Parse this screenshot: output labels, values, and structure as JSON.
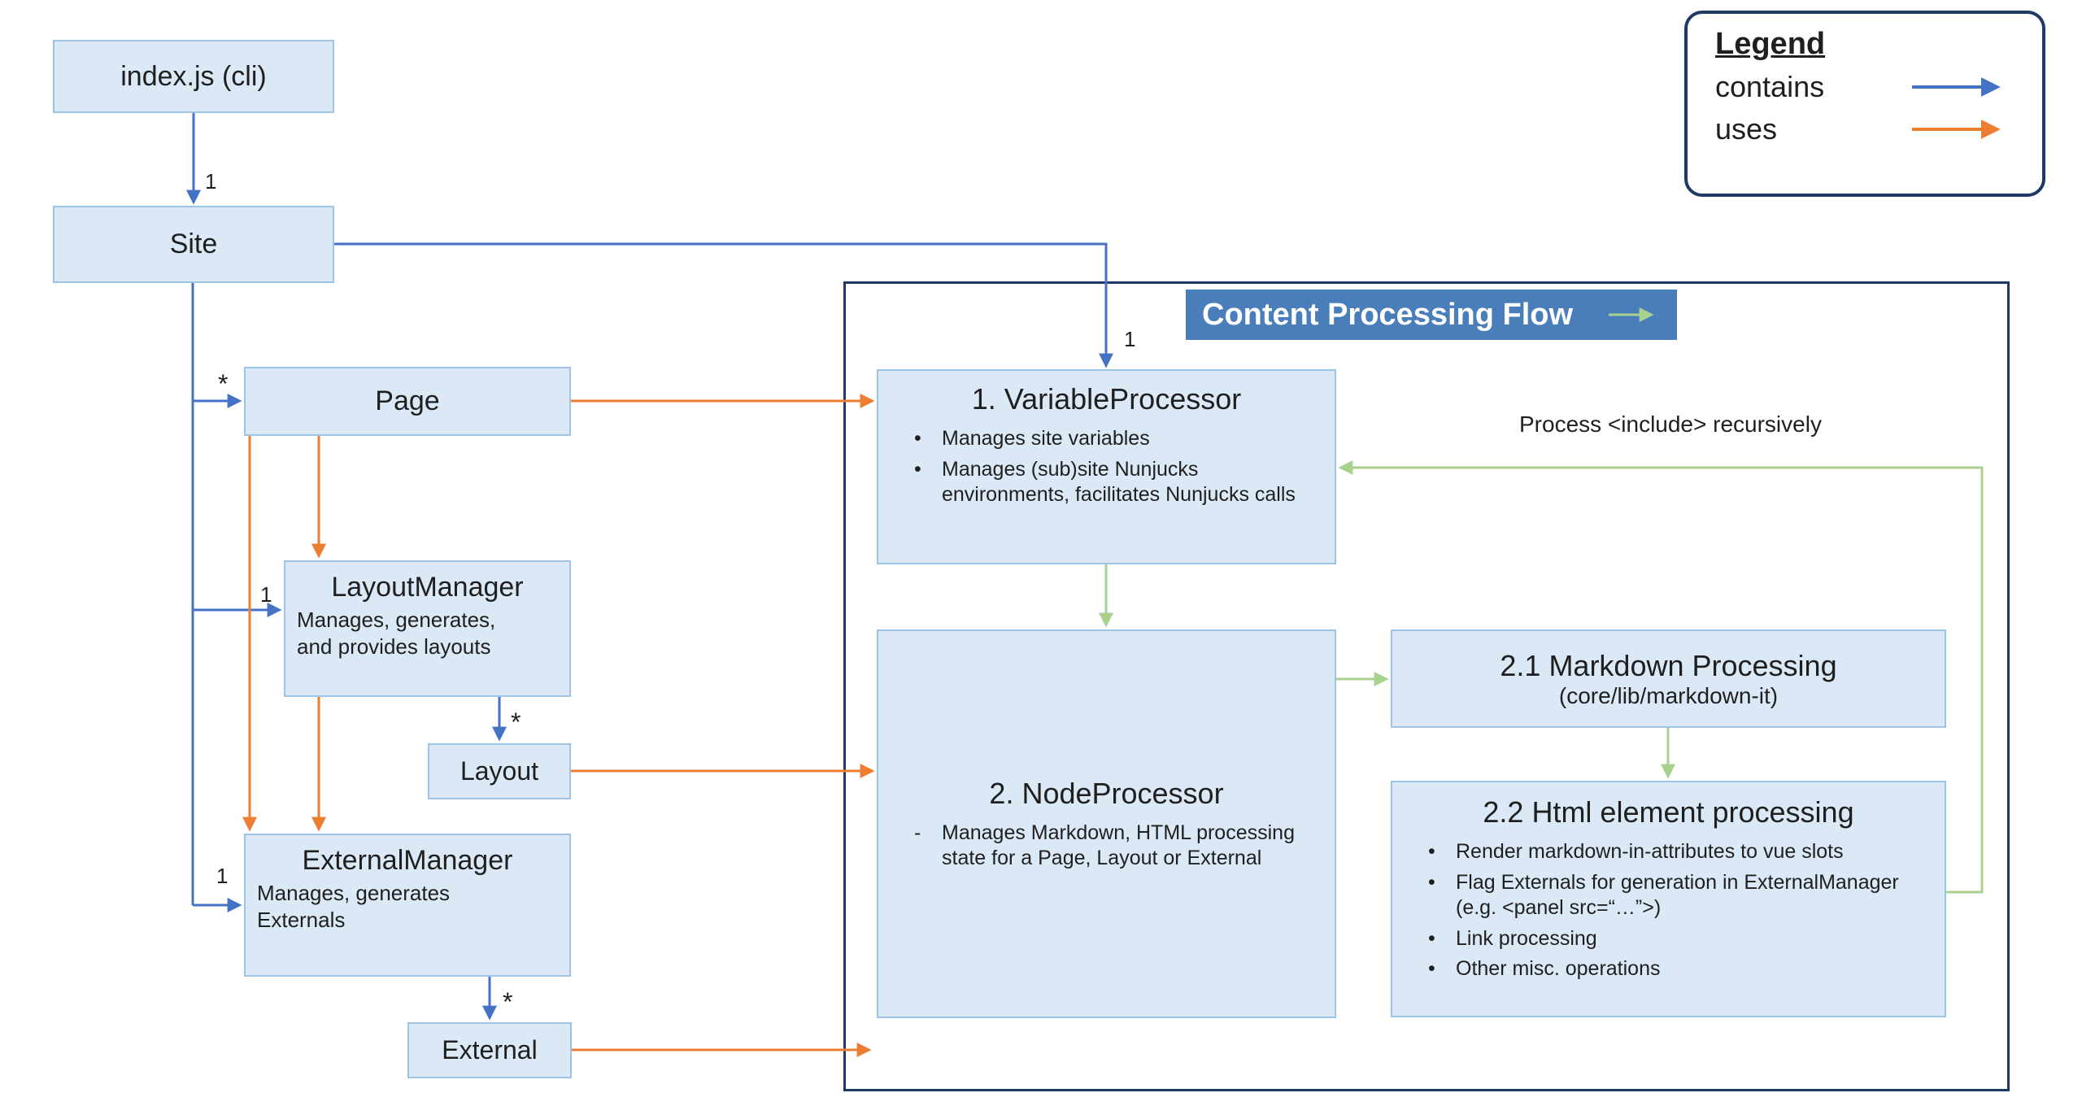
{
  "colors": {
    "contains_arrow": "#4472c4",
    "uses_arrow": "#ed7d31",
    "flow_arrow": "#a9d18e",
    "node_fill": "#dbe8f6",
    "node_border": "#9dc3e6",
    "frame_border": "#1f3864",
    "header_bg": "#4a7ebb",
    "header_text": "#ffffff"
  },
  "legend": {
    "title": "Legend",
    "items": [
      {
        "label": "contains"
      },
      {
        "label": "uses"
      }
    ]
  },
  "frame": {
    "title": "Content Processing Flow"
  },
  "nodes": {
    "index_js": {
      "title": "index.js (cli)"
    },
    "site": {
      "title": "Site"
    },
    "page": {
      "title": "Page"
    },
    "layout_manager": {
      "title": "LayoutManager",
      "desc": "Manages, generates, and provides layouts"
    },
    "layout": {
      "title": "Layout"
    },
    "external_manager": {
      "title": "ExternalManager",
      "desc": "Manages, generates Externals"
    },
    "external": {
      "title": "External"
    },
    "variable_processor": {
      "title": "1. VariableProcessor",
      "bullets": [
        "Manages site variables",
        "Manages (sub)site Nunjucks environments, facilitates Nunjucks calls"
      ]
    },
    "node_processor": {
      "title": "2. NodeProcessor",
      "bullets": [
        "Manages Markdown, HTML processing state for a Page, Layout or External"
      ]
    },
    "markdown_processing": {
      "title": "2.1 Markdown Processing",
      "subtitle": "(core/lib/markdown-it)"
    },
    "html_processing": {
      "title": "2.2 Html element processing",
      "bullets": [
        "Render markdown-in-attributes to vue slots",
        "Flag Externals for generation in ExternalManager (e.g. <panel src=“…”>)",
        "Link processing",
        "Other misc. operations"
      ]
    }
  },
  "annotations": {
    "process_include": "Process <include> recursively",
    "site_multiplicity": "1",
    "variable_processor_multiplicity": "1",
    "page_multiplicity": "*",
    "layout_manager_multiplicity": "1",
    "external_manager_multiplicity": "1",
    "layout_multiplicity": "*",
    "external_multiplicity": "*"
  }
}
